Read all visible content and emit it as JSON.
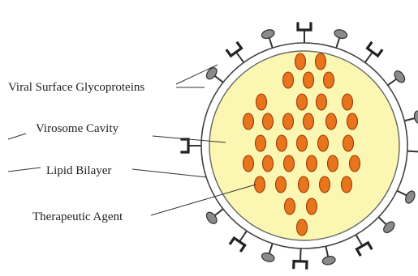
{
  "labels": {
    "glycoproteins": "Viral Surface Glycoproteins",
    "cavity": "Virosome Cavity",
    "bilayer": "Lipid Bilayer",
    "agent": "Therapeutic Agent"
  },
  "colors": {
    "cavity_fill": "#fbf7b2",
    "agent_fill": "#e8741c",
    "agent_stroke": "#9a3c08",
    "glycoprotein_fill": "#8a8a8a",
    "outline": "#444444"
  },
  "icons": {
    "mushroom": "mushroom-glycoprotein-icon",
    "fork": "fork-glycoprotein-icon"
  }
}
